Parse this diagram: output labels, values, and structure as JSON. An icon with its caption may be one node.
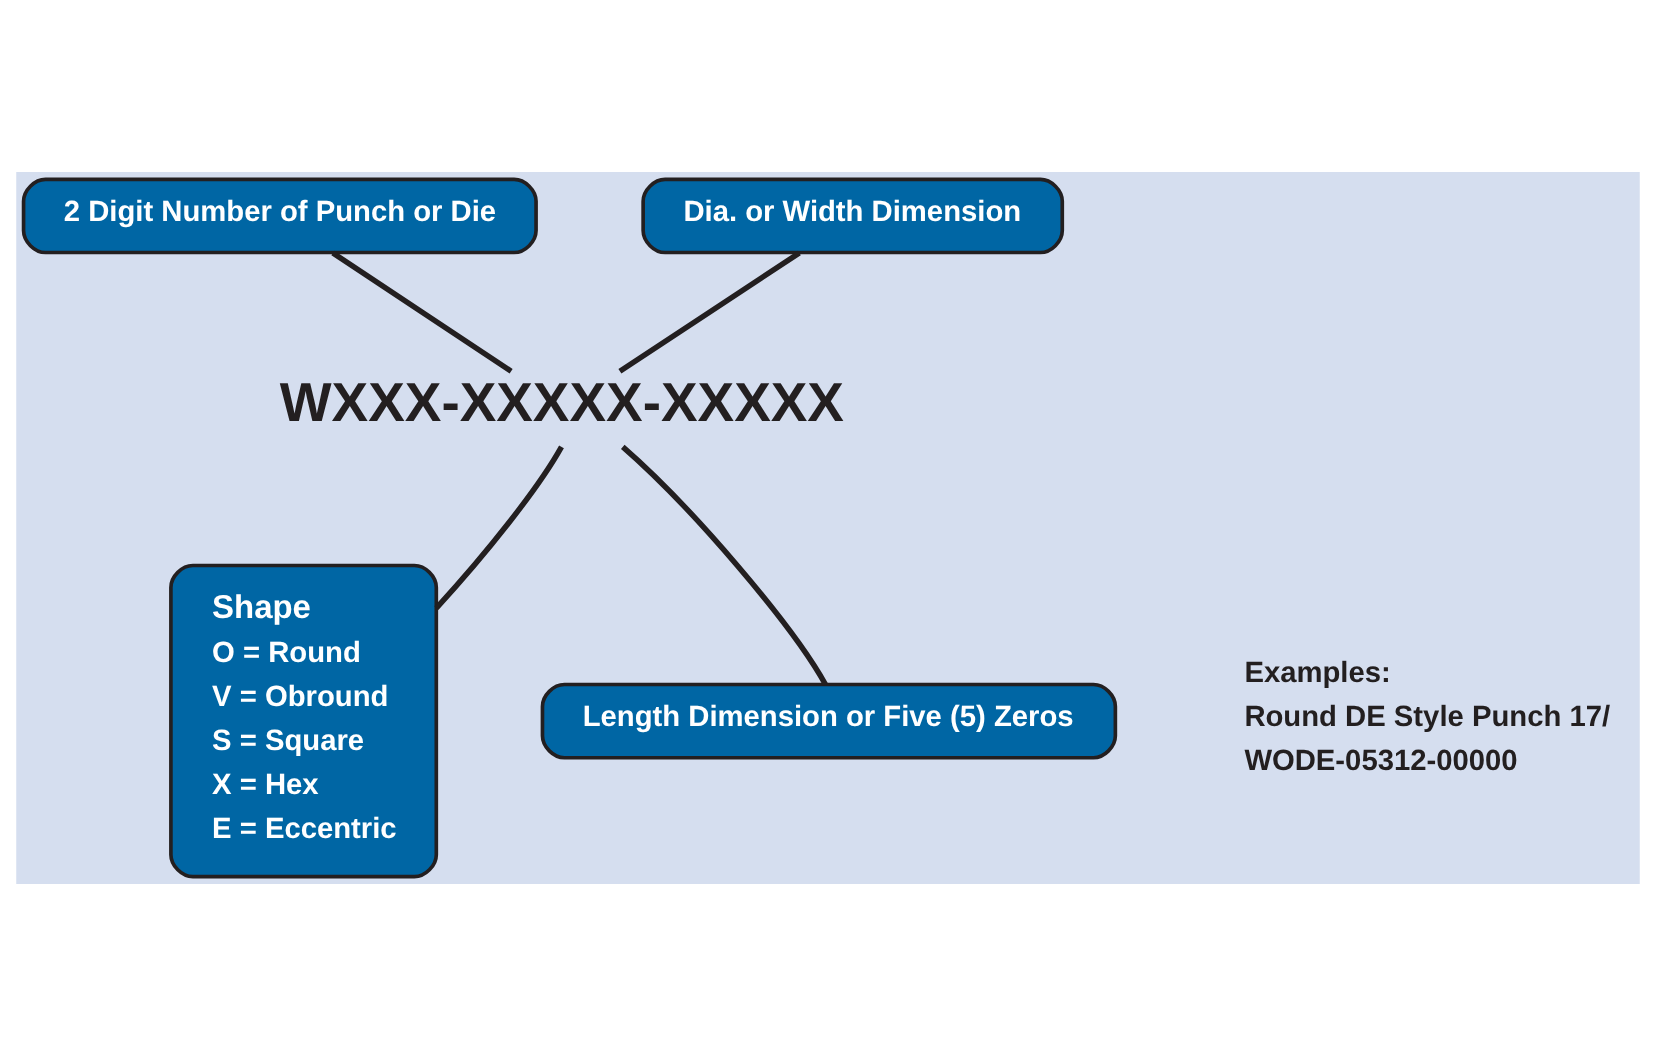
{
  "diagram": {
    "nodes": [
      {
        "text": [
          "2 Digit Number of Punch or Die"
        ]
      },
      {
        "text": [
          "Dia. or Width Dimension"
        ]
      },
      {
        "text": [
          "WXXX-XXXXX-XXXXX"
        ]
      },
      {
        "text": [
          "Shape",
          "O = Round",
          "V = Obround",
          "S = Square",
          "X = Hex",
          "E = Eccentric"
        ]
      },
      {
        "text": [
          "Length Dimension or Five (5) Zeros"
        ]
      }
    ],
    "edges": [
      {
        "from": 0,
        "to": 2,
        "arrow": "none"
      },
      {
        "from": 1,
        "to": 2,
        "arrow": "none"
      },
      {
        "from": 3,
        "to": 2,
        "arrow": "none"
      },
      {
        "from": 4,
        "to": 2,
        "arrow": "none"
      }
    ],
    "labels": [
      "Examples:",
      "Round DE Style Punch 17/",
      "WODE-05312-00000"
    ]
  }
}
